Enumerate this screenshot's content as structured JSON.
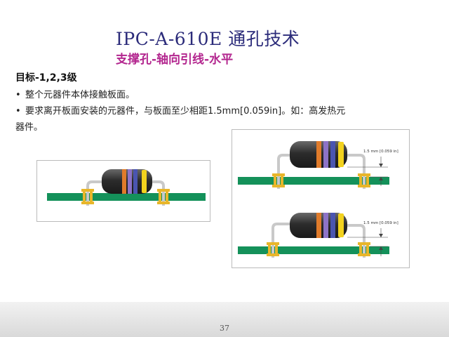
{
  "slide": {
    "title": "IPC-A-610E 通孔技术",
    "subtitle": "支撑孔-轴向引线-水平",
    "goal": "目标-1,2,3级",
    "bullets": [
      "整个元器件本体接触板面。",
      "要求离开板面安装的元器件，与板面至少相距1.5mm[0.059in]。如：高发热元",
      "器件。"
    ],
    "bullet_glyph": "•",
    "page_number": "37"
  },
  "figures": {
    "spacing_label": "1.5 mm [0.059 in]"
  },
  "colors": {
    "title": "#2b2b7a",
    "subtitle": "#b3278f",
    "board": "#14915a",
    "solder": "#e8b62a",
    "body": "#3c3c3c"
  }
}
